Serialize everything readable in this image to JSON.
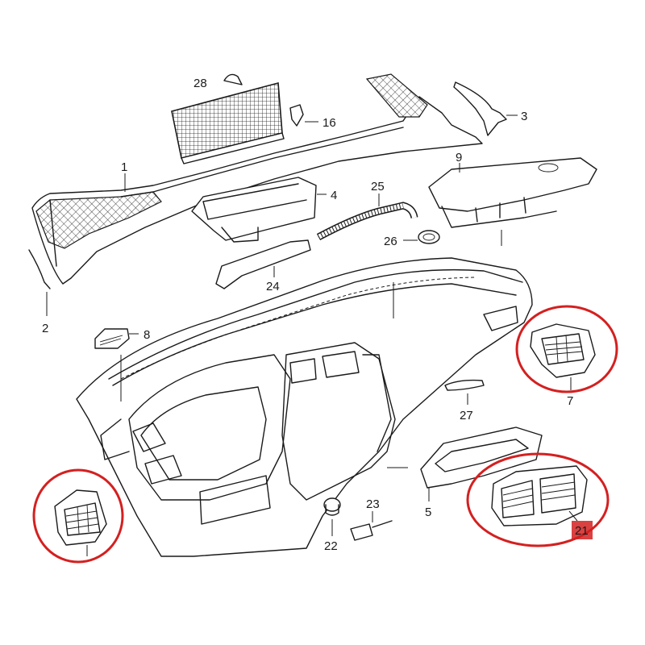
{
  "diagram": {
    "labels": {
      "p1": "1",
      "p2": "2",
      "p3": "3",
      "p4": "4",
      "p5": "5",
      "p7": "7",
      "p8": "8",
      "p9": "9",
      "p16": "16",
      "p21": "21",
      "p22": "22",
      "p23": "23",
      "p24": "24",
      "p25": "25",
      "p26": "26",
      "p27": "27",
      "p28": "28"
    },
    "colors": {
      "line": "#1a1a1a",
      "highlight_ring": "#d42020",
      "badge": "#d42020",
      "background": "#ffffff"
    },
    "highlighted_parts": [
      "7",
      "21",
      "left-side-vent"
    ]
  }
}
